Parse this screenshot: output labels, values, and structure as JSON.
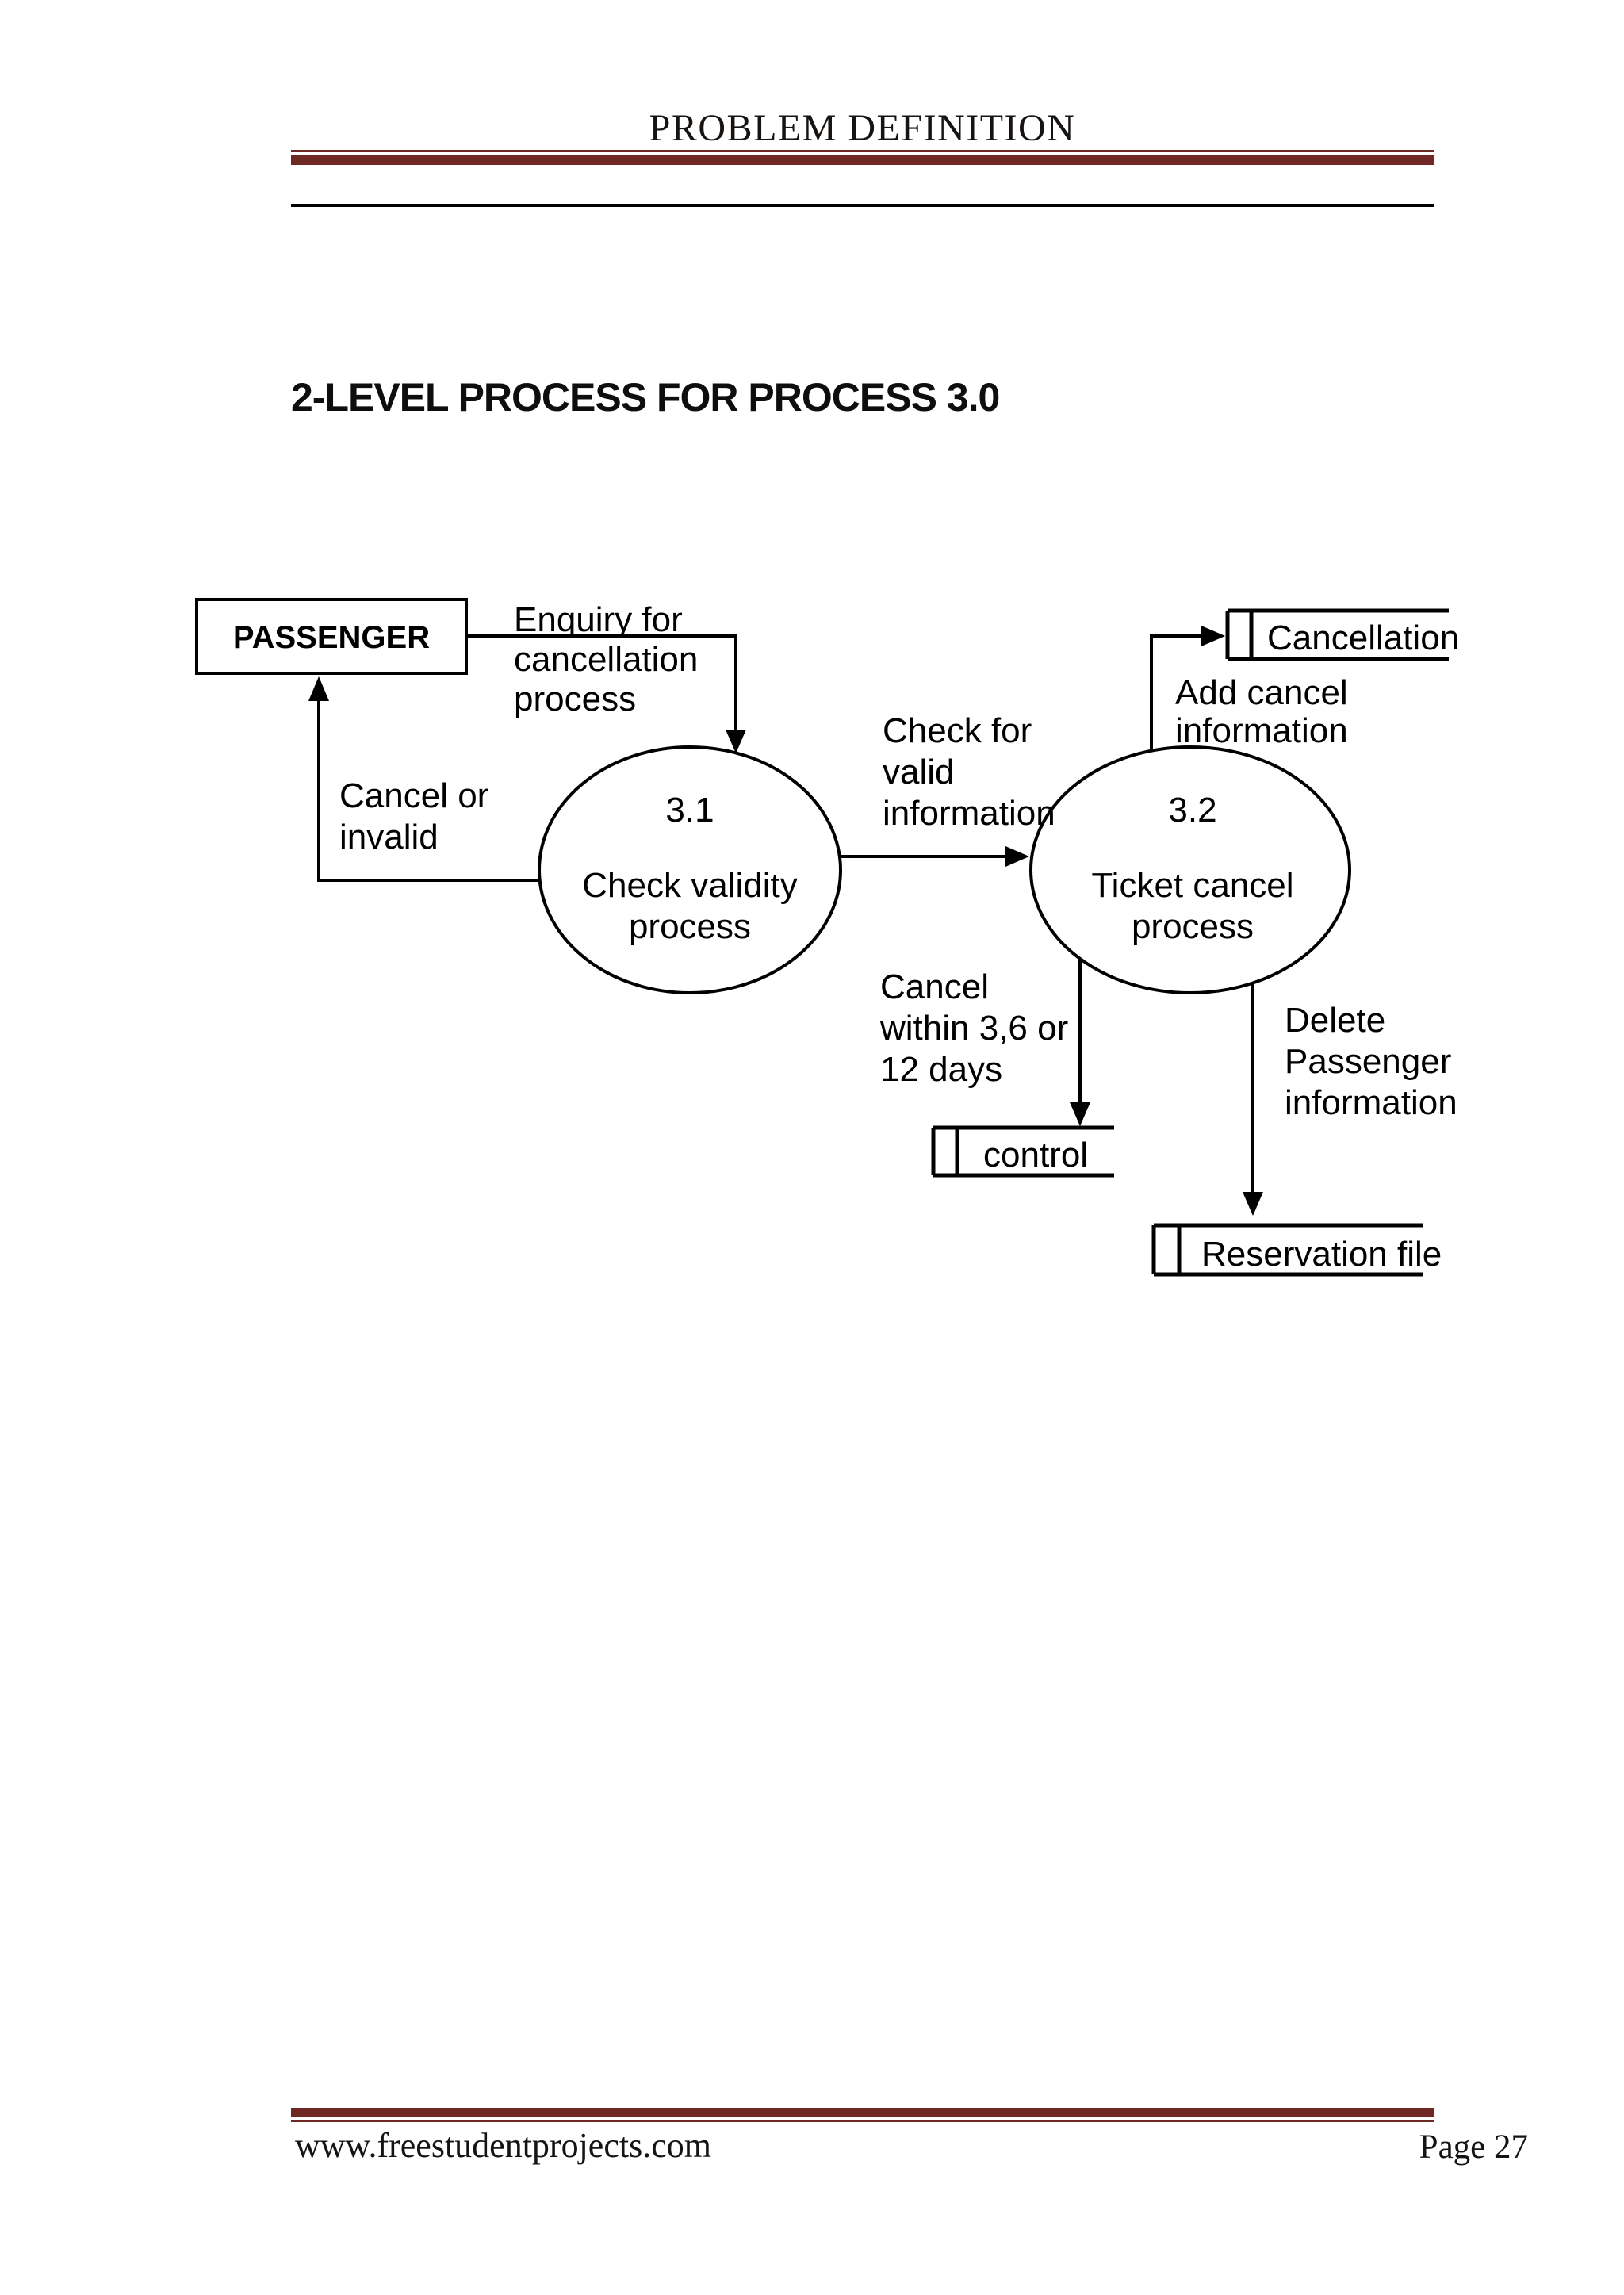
{
  "page": {
    "header_title": "PROBLEM DEFINITION",
    "section_heading": "2-LEVEL PROCESS FOR PROCESS 3.0",
    "footer": {
      "website": "www.freestudentprojects.com",
      "page_number": "Page 27"
    },
    "colors": {
      "rule_maroon": "#6F2823",
      "line_black": "#000000"
    }
  },
  "diagram": {
    "external_entity": {
      "label": "PASSENGER"
    },
    "processes": [
      {
        "id": "3.1",
        "name_lines": [
          "Check validity",
          "process"
        ]
      },
      {
        "id": "3.2",
        "name_lines": [
          "Ticket cancel",
          "process"
        ]
      }
    ],
    "data_stores": [
      {
        "label": "Cancellation"
      },
      {
        "label": "control"
      },
      {
        "label": "Reservation file"
      }
    ],
    "flow_labels": {
      "enquiry": [
        "Enquiry for",
        "cancellation",
        "process"
      ],
      "cancel_or_invalid": [
        "Cancel or",
        "invalid"
      ],
      "check_valid": [
        "Check for",
        "valid",
        "information"
      ],
      "cancel_within": [
        "Cancel",
        "within 3,6 or",
        "12 days"
      ],
      "add_cancel": [
        "Add cancel",
        "information"
      ],
      "delete_passenger": [
        "Delete",
        "Passenger",
        "information"
      ]
    }
  }
}
